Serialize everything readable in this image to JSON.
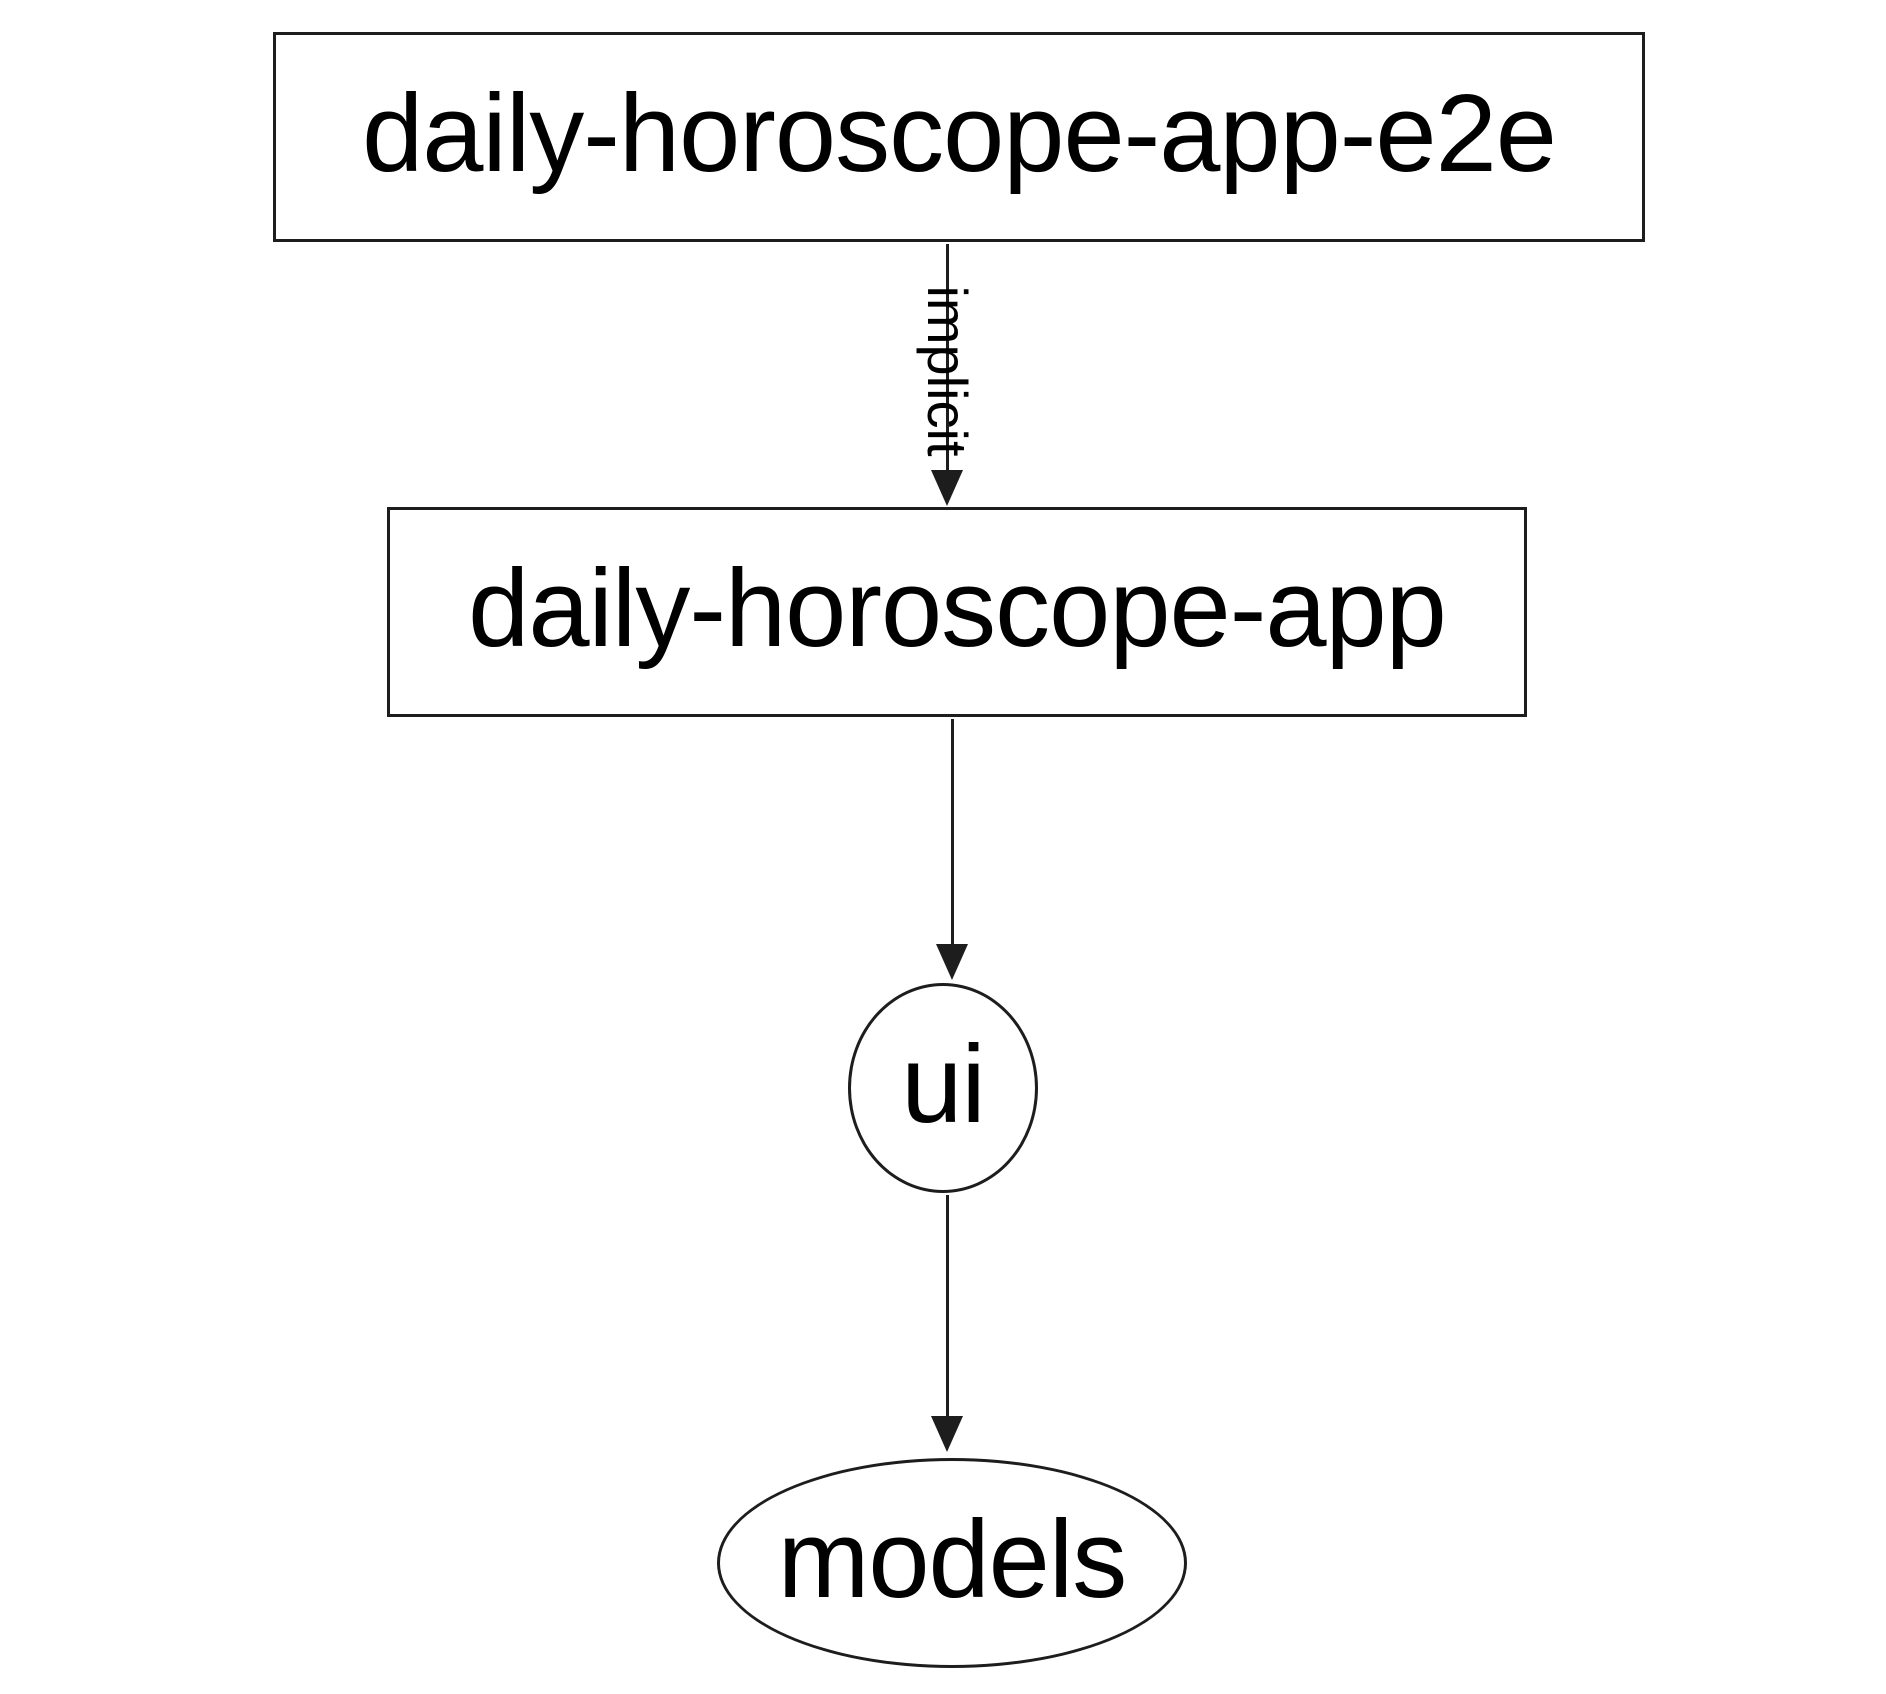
{
  "diagram": {
    "type": "dependency-graph",
    "nodes": [
      {
        "id": "daily-horoscope-app-e2e",
        "label": "daily-horoscope-app-e2e",
        "shape": "rectangle"
      },
      {
        "id": "daily-horoscope-app",
        "label": "daily-horoscope-app",
        "shape": "rectangle"
      },
      {
        "id": "ui",
        "label": "ui",
        "shape": "ellipse"
      },
      {
        "id": "models",
        "label": "models",
        "shape": "ellipse"
      }
    ],
    "edges": [
      {
        "from": "daily-horoscope-app-e2e",
        "to": "daily-horoscope-app",
        "label": "implicit",
        "direction": "down"
      },
      {
        "from": "daily-horoscope-app",
        "to": "ui",
        "label": "",
        "direction": "down"
      },
      {
        "from": "ui",
        "to": "models",
        "label": "",
        "direction": "down"
      }
    ],
    "colors": {
      "background": "#ffffff",
      "stroke": "#1d1d1d",
      "text": "#000000"
    }
  }
}
